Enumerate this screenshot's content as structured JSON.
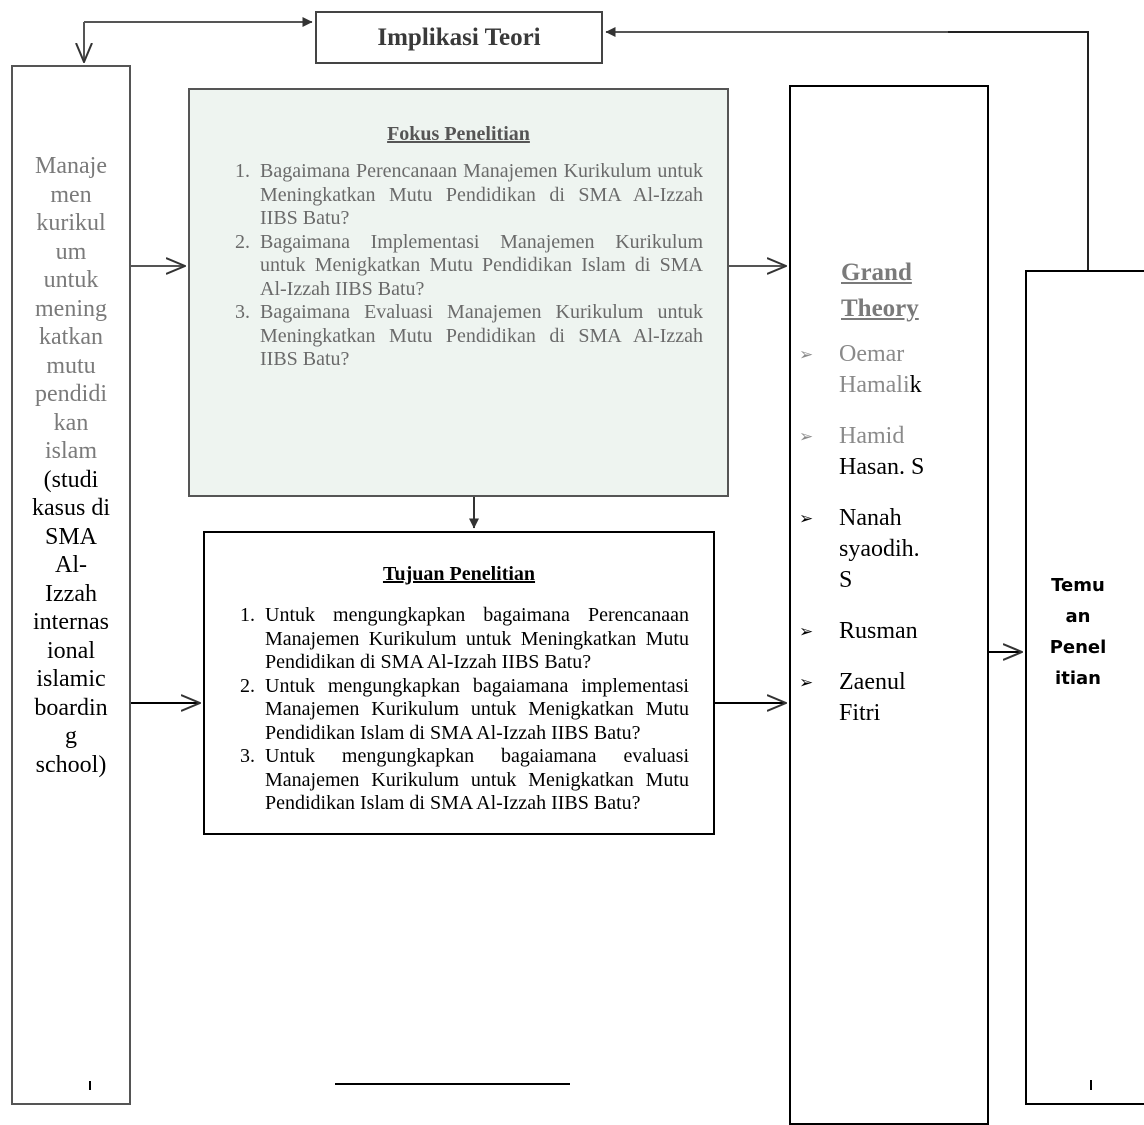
{
  "implikasi": {
    "title": "Implikasi Teori"
  },
  "left_column": {
    "faded_lines": [
      "Manaje",
      "men",
      "kurikul",
      "um",
      "untuk",
      "mening",
      "katkan",
      "mutu",
      "pendidi",
      "kan",
      "islam"
    ],
    "dark_lines": [
      "(studi",
      "kasus di",
      "SMA",
      "Al-",
      "Izzah",
      "internas",
      "ional",
      "islamic",
      "boardin",
      "g",
      "school)"
    ]
  },
  "fokus": {
    "title": "Fokus Penelitian",
    "items": [
      {
        "num": "1.",
        "text": "Bagaimana Perencanaan Manajemen Kurikulum untuk Meningkatkan Mutu Pendidikan di SMA Al-Izzah IIBS Batu?"
      },
      {
        "num": "2.",
        "text": "Bagaimana Implementasi Manajemen Kurikulum untuk Menigkatkan Mutu Pendidikan Islam di SMA Al-Izzah IIBS Batu?"
      },
      {
        "num": "3.",
        "text": "Bagaimana Evaluasi Manajemen Kurikulum untuk Meningkatkan Mutu Pendidikan di SMA Al-Izzah IIBS Batu?"
      }
    ]
  },
  "tujuan": {
    "title": "Tujuan Penelitian",
    "items": [
      {
        "num": "1.",
        "text": "Untuk mengungkapkan bagaimana Perencanaan Manajemen Kurikulum untuk Meningkatkan Mutu Pendidikan di SMA Al-Izzah IIBS Batu?"
      },
      {
        "num": "2.",
        "text": "Untuk mengungkapkan bagaiamana implementasi Manajemen Kurikulum untuk Menigkatkan Mutu Pendidikan Islam di SMA Al-Izzah IIBS Batu?"
      },
      {
        "num": "3.",
        "text": "Untuk mengungkapkan bagaiamana evaluasi Manajemen Kurikulum untuk Menigkatkan Mutu Pendidikan Islam di SMA Al-Izzah IIBS Batu?"
      }
    ]
  },
  "grand_theory": {
    "title_line1": "Grand",
    "title_line2": "Theory",
    "bullet_icon": "arrow-bullet-icon",
    "items": [
      {
        "line1": "Oemar",
        "line2_faded": "Hamali",
        "line2_dark": "k",
        "line3": ""
      },
      {
        "line1": "Hamid",
        "line2_faded": "",
        "line2_dark": "Hasan. S",
        "line3": ""
      },
      {
        "line1": "Nanah",
        "line2_faded": "",
        "line2_dark": "syaodih.",
        "line3": "S"
      },
      {
        "line1": "Rusman",
        "line2_faded": "",
        "line2_dark": "",
        "line3": ""
      },
      {
        "line1": "Zaenul",
        "line2_faded": "",
        "line2_dark": "Fitri",
        "line3": ""
      }
    ]
  },
  "temuan": {
    "lines": [
      "Temu",
      "an",
      "Penel",
      "itian"
    ]
  }
}
